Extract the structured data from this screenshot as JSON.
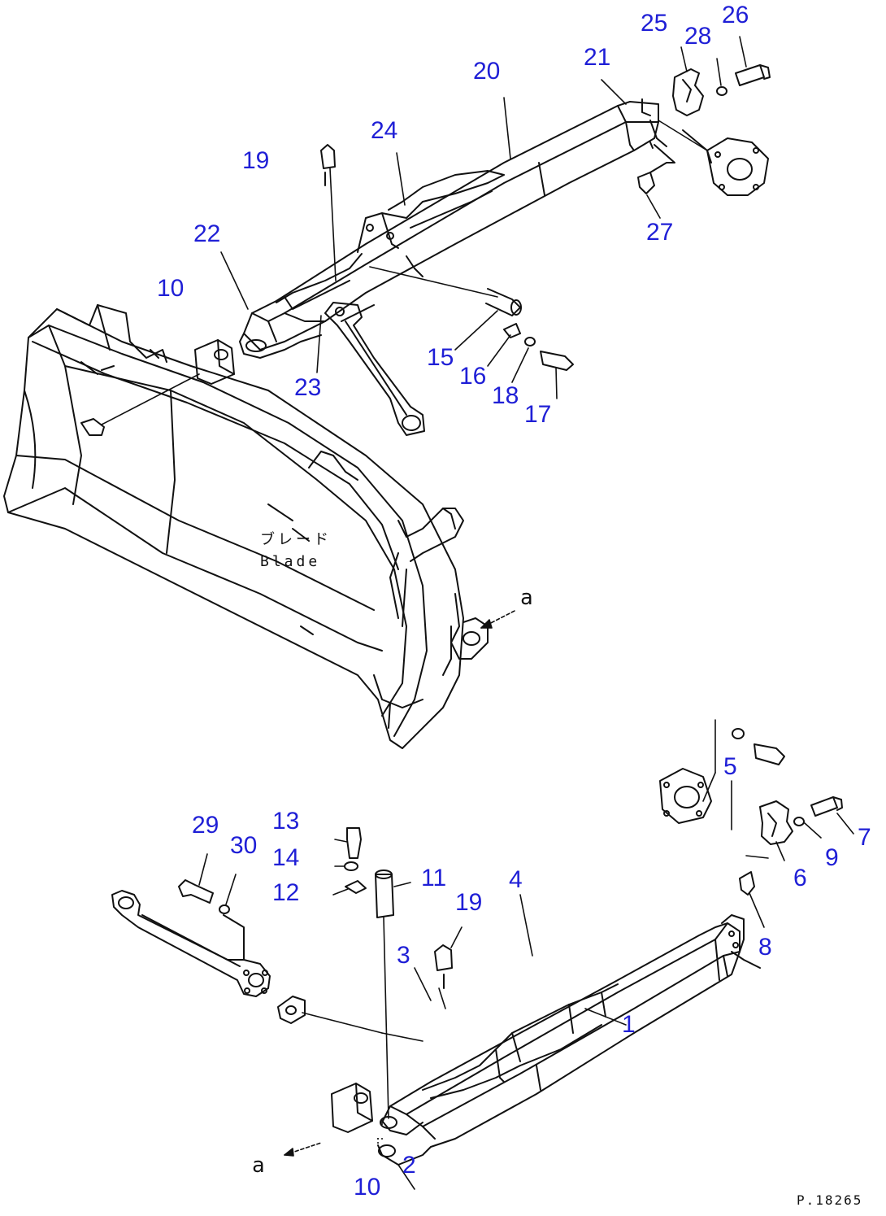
{
  "figure_code": "P.18265",
  "blade_label_jp": "ブレード",
  "blade_label_en": "Blade",
  "view_marker": "a",
  "colors": {
    "callout": "#1f1fd6",
    "line": "#111111",
    "background": "#ffffff"
  },
  "callouts": {
    "c1": "1",
    "c2": "2",
    "c3": "3",
    "c4": "4",
    "c5": "5",
    "c6": "6",
    "c7": "7",
    "c8": "8",
    "c9": "9",
    "c10": "10",
    "c11": "11",
    "c12": "12",
    "c13": "13",
    "c14": "14",
    "c15": "15",
    "c16": "16",
    "c17": "17",
    "c18": "18",
    "c19": "19",
    "c20": "20",
    "c21": "21",
    "c22": "22",
    "c23": "23",
    "c24": "24",
    "c25": "25",
    "c26": "26",
    "c27": "27",
    "c28": "28",
    "c29": "29",
    "c30": "30"
  }
}
